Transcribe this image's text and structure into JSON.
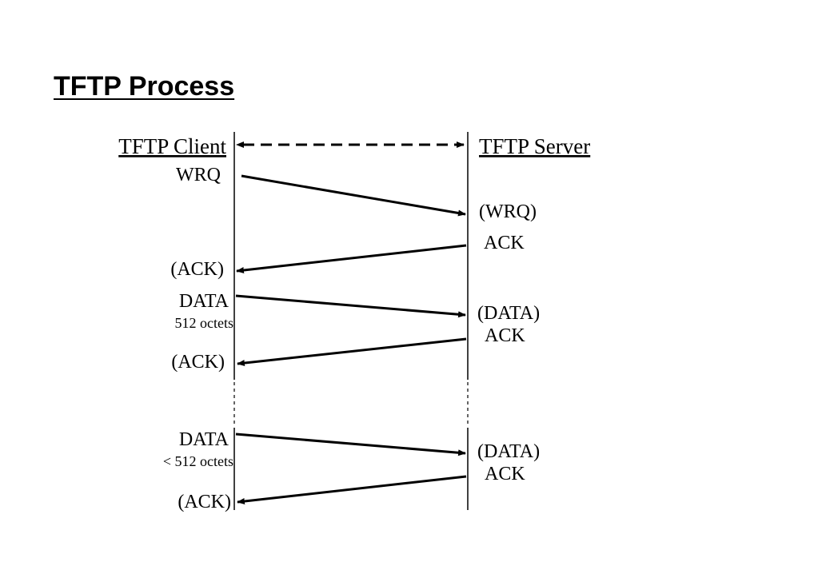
{
  "title": "TFTP Process",
  "header": {
    "client": "TFTP Client",
    "server": "TFTP Server"
  },
  "exchanges": [
    {
      "client_label": "WRQ",
      "client_sublabel": "",
      "server_label": "(WRQ)",
      "server_reply": "ACK",
      "client_ack": "(ACK)"
    },
    {
      "client_label": "DATA",
      "client_sublabel": "512 octets",
      "server_label": "(DATA)",
      "server_reply": "ACK",
      "client_ack": "(ACK)"
    },
    {
      "client_label": "DATA",
      "client_sublabel": "< 512 octets",
      "server_label": "(DATA)",
      "server_reply": "ACK",
      "client_ack": "(ACK)"
    }
  ]
}
